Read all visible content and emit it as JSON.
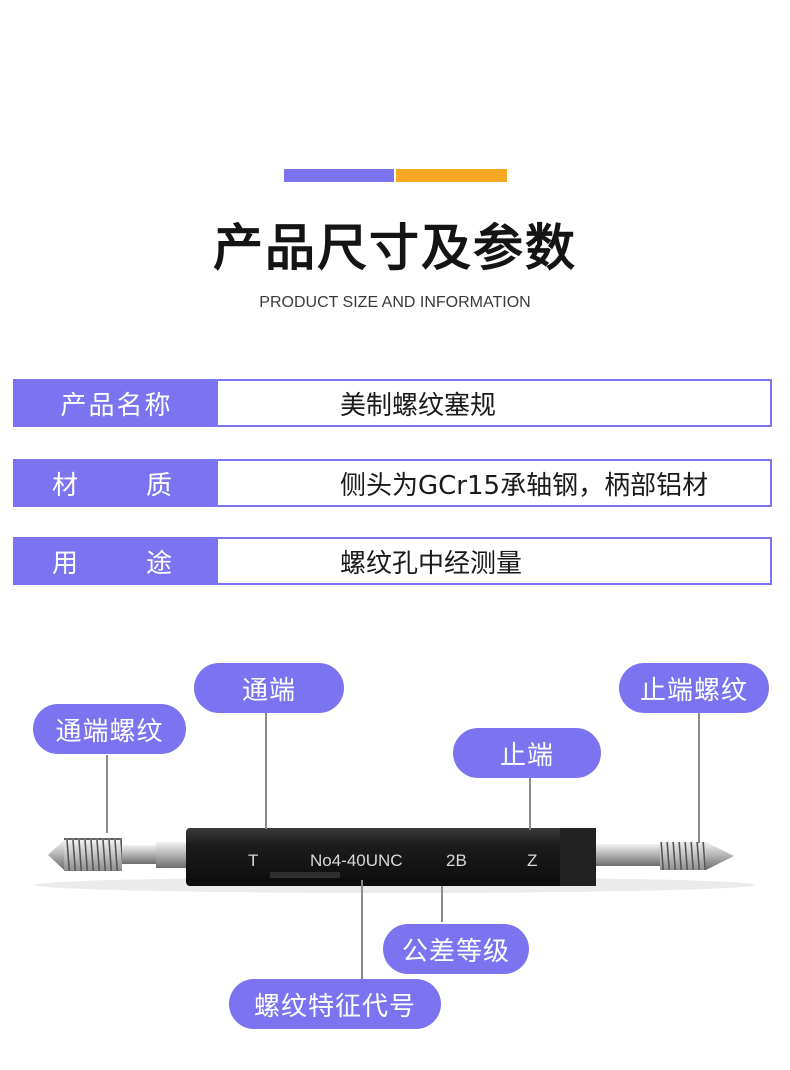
{
  "header": {
    "title": "产品尺寸及参数",
    "subtitle": "PRODUCT SIZE AND INFORMATION",
    "accent_colors": [
      "#7b73f0",
      "#f7a823"
    ]
  },
  "info_table": {
    "rows": [
      {
        "label": "产品名称",
        "value": "美制螺纹塞规"
      },
      {
        "label_parts": [
          "材",
          "质"
        ],
        "value": "侧头为GCr15承轴钢，柄部铝材"
      },
      {
        "label_parts": [
          "用",
          "途"
        ],
        "value": "螺纹孔中经测量"
      }
    ]
  },
  "diagram": {
    "callouts": {
      "go_thread": "通端螺纹",
      "go_end": "通端",
      "nogo_end": "止端",
      "nogo_thread": "止端螺纹",
      "tolerance": "公差等级",
      "thread_code": "螺纹特征代号"
    },
    "gauge_markings": {
      "go_mark": "T",
      "thread_spec": "No4-40UNC",
      "tolerance_class": "2B",
      "nogo_mark": "Z"
    }
  }
}
